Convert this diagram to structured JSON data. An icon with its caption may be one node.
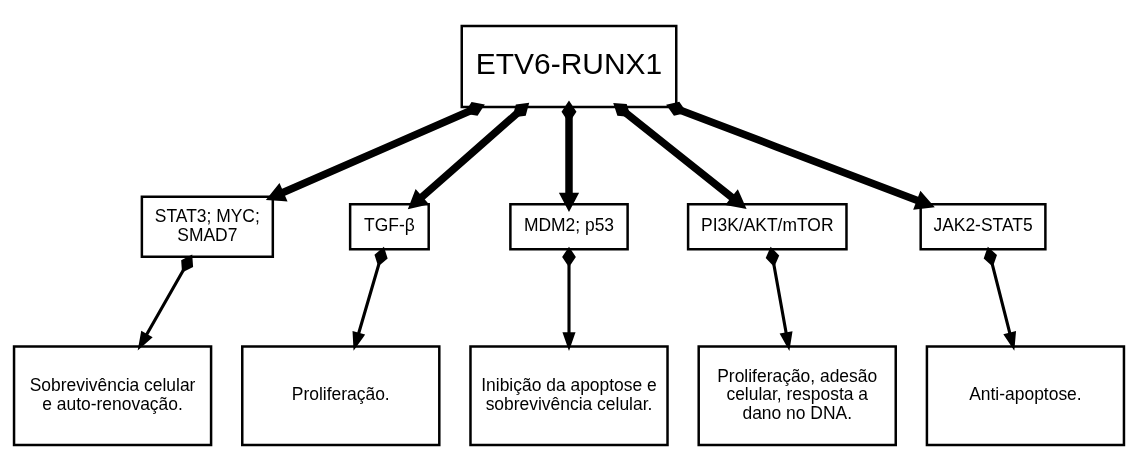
{
  "diagram": {
    "nodes": [
      {
        "text": [
          "ETV6-RUNX1"
        ]
      },
      {
        "text": [
          "STAT3; MYC; SMAD7"
        ]
      },
      {
        "text": [
          "TGF-β"
        ]
      },
      {
        "text": [
          "MDM2; p53"
        ]
      },
      {
        "text": [
          "PI3K/AKT/mTOR"
        ]
      },
      {
        "text": [
          "JAK2-STAT5"
        ]
      },
      {
        "text": [
          "Sobrevivência celular e auto-renovação."
        ]
      },
      {
        "text": [
          "Proliferação."
        ]
      },
      {
        "text": [
          "Inibição da apoptose e sobrevivência celular."
        ]
      },
      {
        "text": [
          "Proliferação, adesão celular, resposta a dano no DNA."
        ]
      },
      {
        "text": [
          "Anti-apoptose."
        ]
      }
    ],
    "edges": [
      {
        "from": 0,
        "to": 1,
        "arrow": "to",
        "style": "thick"
      },
      {
        "from": 0,
        "to": 2,
        "arrow": "to",
        "style": "thick"
      },
      {
        "from": 0,
        "to": 3,
        "arrow": "to",
        "style": "thick"
      },
      {
        "from": 0,
        "to": 4,
        "arrow": "to",
        "style": "thick"
      },
      {
        "from": 0,
        "to": 5,
        "arrow": "to",
        "style": "thick"
      },
      {
        "from": 1,
        "to": 6,
        "arrow": "to"
      },
      {
        "from": 2,
        "to": 7,
        "arrow": "to"
      },
      {
        "from": 3,
        "to": 8,
        "arrow": "to"
      },
      {
        "from": 4,
        "to": 9,
        "arrow": "to"
      },
      {
        "from": 5,
        "to": 10,
        "arrow": "to"
      }
    ]
  }
}
